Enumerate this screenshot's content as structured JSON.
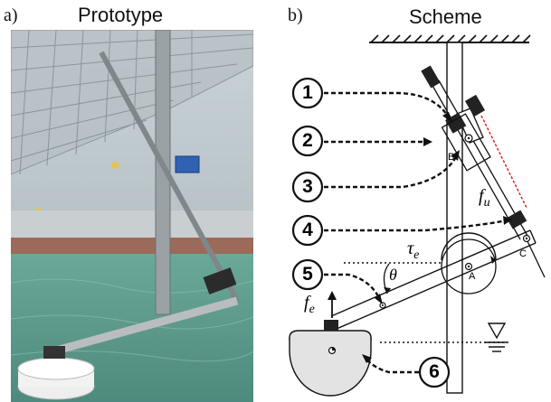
{
  "panels": {
    "a": {
      "label": "a)",
      "title": "Prototype"
    },
    "b": {
      "label": "b)",
      "title": "Scheme"
    }
  },
  "callouts": [
    "1",
    "2",
    "3",
    "4",
    "5",
    "6"
  ],
  "points": {
    "A": "A",
    "B": "B",
    "C": "C"
  },
  "symbols": {
    "fu": {
      "base": "f",
      "sub": "u"
    },
    "tau": {
      "base": "τ",
      "sub": "e"
    },
    "theta": "θ",
    "fe": {
      "base": "f",
      "sub": "e"
    }
  },
  "colors": {
    "water": "#5f9a8c",
    "structure": "#8a8f93",
    "dashed_red": "#d81b1b",
    "float_fill": "#e3e3e3"
  }
}
